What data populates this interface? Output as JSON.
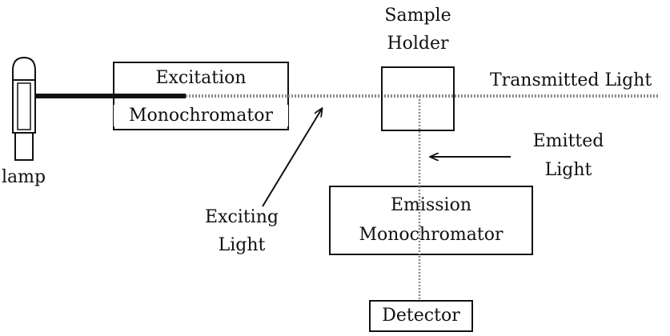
{
  "diagram": {
    "labels": {
      "lamp": "lamp",
      "excitation_line1": "Excitation",
      "excitation_line2": "Monochromator",
      "sample_line1": "Sample",
      "sample_line2": "Holder",
      "transmitted": "Transmitted Light",
      "emitted_line1": "Emitted",
      "emitted_line2": "Light",
      "emission_line1": "Emission",
      "emission_line2": "Monochromator",
      "exciting_line1": "Exciting",
      "exciting_line2": "Light",
      "detector": "Detector"
    },
    "colors": {
      "ink": "#111111",
      "beam": "#8c8c8c"
    }
  }
}
